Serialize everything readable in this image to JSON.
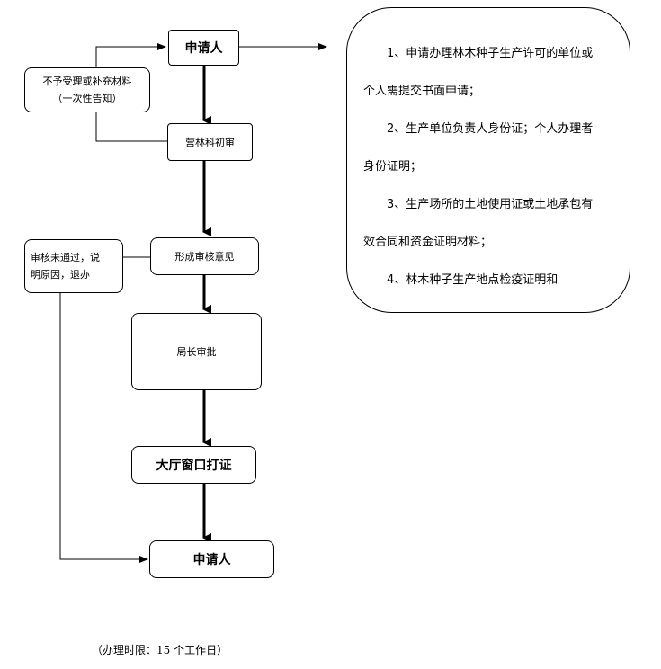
{
  "nodes": {
    "applicant_top": "申请人",
    "reject_note_line1": "不予受理或补充材料",
    "reject_note_line2": "（一次性告知）",
    "forestry_review": "营林科初审",
    "form_opinion": "形成审核意见",
    "fail_note_line1": "审核未通过，说",
    "fail_note_line2": "明原因，退办",
    "director_approval": "局长审批",
    "hall_print": "大厅窗口打证",
    "applicant_bottom": "申请人"
  },
  "requirements": [
    "1、申请办理林木种子生产许可的单位或个人需提交书面申请；",
    "2、生产单位负责人身份证；个人办理者身份证明；",
    "3、生产场所的土地使用证或土地承包有效合同和资金证明材料；",
    "4、林木种子生产地点检疫证明和"
  ],
  "footer": "（办理时限：15 个工作日）"
}
